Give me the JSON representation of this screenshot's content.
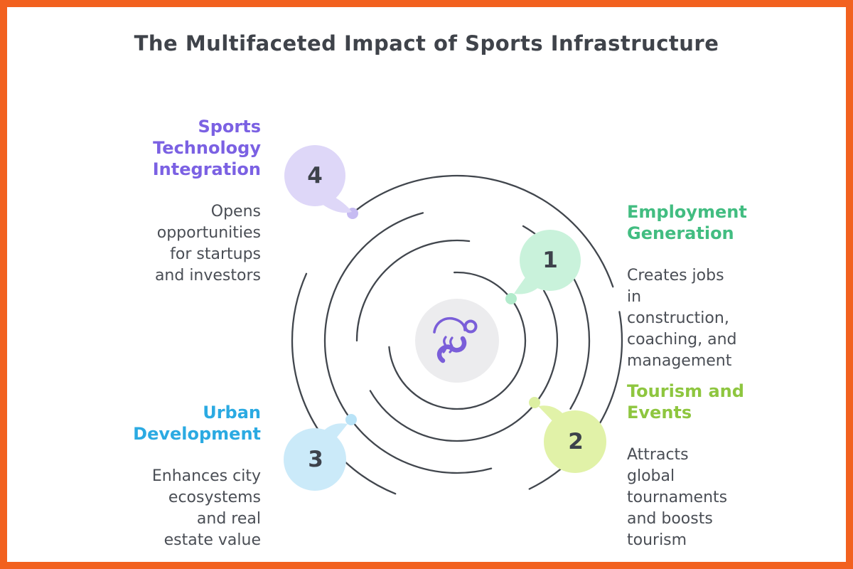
{
  "frame": {
    "border_color": "#f2611f"
  },
  "title": {
    "text": "The Multifaceted Impact of Sports Infrastructure",
    "color": "#3f434a"
  },
  "center": {
    "icon": "person-activity-icon",
    "circle_color": "#ececee",
    "icon_color": "#7a5ed9"
  },
  "spiral": {
    "stroke_color": "#41464d"
  },
  "description_color": "#4a4e55",
  "number_color": "#3d424b",
  "steps": [
    {
      "number": "1",
      "heading": "Employment\nGeneration",
      "heading_color": "#42bd81",
      "bubble_color": "#c9f2db",
      "dot_color": "#b2ebcc",
      "description": "Creates jobs\nin\nconstruction,\ncoaching, and\nmanagement"
    },
    {
      "number": "2",
      "heading": "Tourism and\nEvents",
      "heading_color": "#8ec63f",
      "bubble_color": "#e1f2a8",
      "dot_color": "#dcefa2",
      "description": "Attracts\nglobal\ntournaments\nand boosts\ntourism"
    },
    {
      "number": "3",
      "heading": "Urban\nDevelopment",
      "heading_color": "#2baae2",
      "bubble_color": "#cbeaf9",
      "dot_color": "#b9e3f7",
      "description": "Enhances city\necosystems\nand real\nestate value"
    },
    {
      "number": "4",
      "heading": "Sports\nTechnology\nIntegration",
      "heading_color": "#7b61e3",
      "bubble_color": "#ded7f8",
      "dot_color": "#c6bbf2",
      "description": "Opens\nopportunities\nfor startups\nand investors"
    }
  ]
}
